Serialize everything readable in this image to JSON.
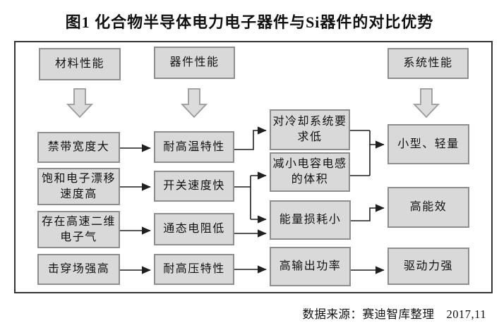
{
  "title": "图1 化合物半导体电力电子器件与Si器件的对比优势",
  "caption": "数据来源：赛迪智库整理　2017,11",
  "colors": {
    "box-fill": "#d9d9d9",
    "box-stroke": "#8e8e8e",
    "arrow-fill": "#dcdcdc",
    "arrow-stroke": "#9a9a9a",
    "line": "#1f1f1f",
    "text": "#111111",
    "frame": "#333333"
  },
  "flow": {
    "headers": [
      "材料性能",
      "器件性能",
      "系统性能"
    ],
    "material": [
      "禁带宽度大",
      "饱和电子漂移速度高",
      "存在高速二维电子气",
      "击穿场强高"
    ],
    "device": [
      "耐高温特性",
      "开关速度快",
      "通态电阻低",
      "耐高压特性"
    ],
    "effects": [
      "对冷却系统要求低",
      "减小电容电感的体积",
      "能量损耗小",
      "高输出功率"
    ],
    "system": [
      "小型、轻量",
      "高能效",
      "驱动力强"
    ]
  }
}
